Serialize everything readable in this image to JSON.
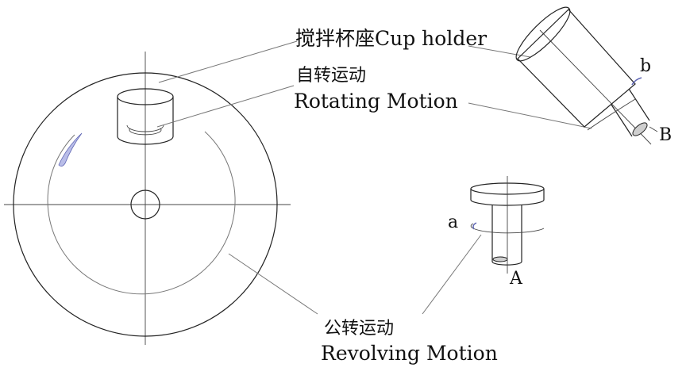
{
  "labels": {
    "cup_holder": "搅拌杯座Cup holder",
    "rotating_cn": "自转运动",
    "rotating_en": "Rotating Motion",
    "revolving_cn": "公转运动",
    "revolving_en": "Revolving Motion",
    "a": "a",
    "A": "A",
    "b": "b",
    "B": "B"
  },
  "colors": {
    "line": "#222222",
    "accent_blue": "#7a80c8"
  }
}
